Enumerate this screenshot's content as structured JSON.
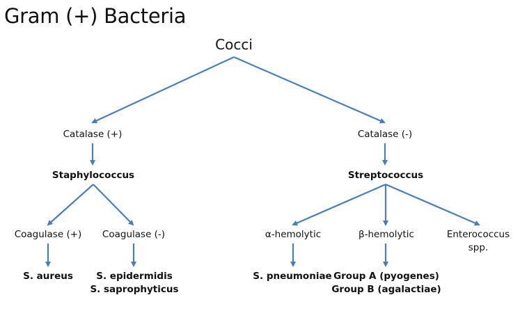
{
  "title": "Gram (+) Bacteria",
  "edge_color": "#4a7ebb",
  "nodes": {
    "root": "Cocci",
    "catalase_pos": "Catalase (+)",
    "catalase_neg": "Catalase (-)",
    "staphylococcus": "Staphylococcus",
    "streptococcus": "Streptococcus",
    "coagulase_pos": "Coagulase (+)",
    "coagulase_neg": "Coagulase (-)",
    "alpha_hemolytic": "α-hemolytic",
    "beta_hemolytic": "β-hemolytic",
    "enterococcus_line1": "Enterococcus",
    "enterococcus_line2": "spp.",
    "s_aureus": "S. aureus",
    "s_epidermidis": "S. epidermidis",
    "s_saprophyticus": "S. saprophyticus",
    "s_pneumoniae": "S. pneumoniae",
    "group_a": "Group A (pyogenes)",
    "group_b": "Group B (agalactiae)"
  },
  "edges": [
    [
      "root",
      "catalase_pos"
    ],
    [
      "root",
      "catalase_neg"
    ],
    [
      "catalase_pos",
      "staphylococcus"
    ],
    [
      "catalase_neg",
      "streptococcus"
    ],
    [
      "staphylococcus",
      "coagulase_pos"
    ],
    [
      "staphylococcus",
      "coagulase_neg"
    ],
    [
      "streptococcus",
      "alpha_hemolytic"
    ],
    [
      "streptococcus",
      "beta_hemolytic"
    ],
    [
      "streptococcus",
      "enterococcus"
    ],
    [
      "coagulase_pos",
      "s_aureus"
    ],
    [
      "coagulase_neg",
      "s_epidermidis"
    ],
    [
      "alpha_hemolytic",
      "s_pneumoniae"
    ],
    [
      "beta_hemolytic",
      "group_a"
    ]
  ]
}
